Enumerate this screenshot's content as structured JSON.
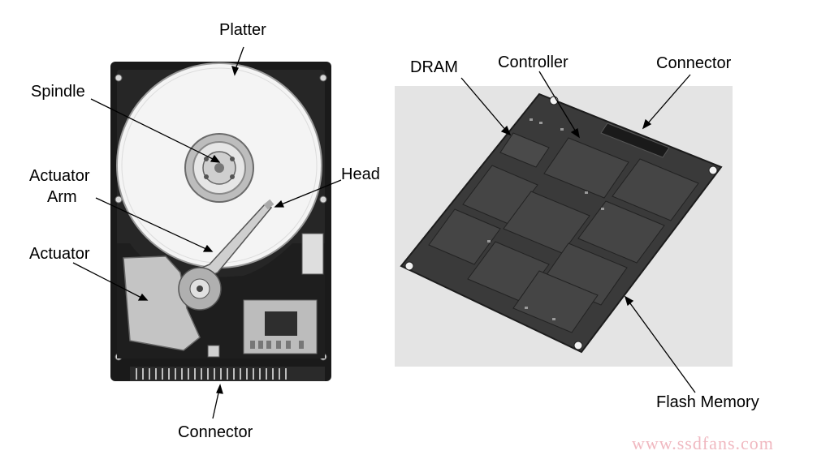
{
  "hdd": {
    "labels": {
      "platter": "Platter",
      "spindle": "Spindle",
      "actuator_arm_line1": "Actuator",
      "actuator_arm_line2": "Arm",
      "head": "Head",
      "actuator": "Actuator",
      "connector": "Connector"
    }
  },
  "ssd": {
    "labels": {
      "dram": "DRAM",
      "controller": "Controller",
      "connector": "Connector",
      "flash_memory": "Flash Memory"
    }
  },
  "watermark": "www.ssdfans.com",
  "colors": {
    "text": "#000000",
    "hdd_case": "#1a1a1a",
    "platter": "#f4f4f4",
    "ssd_background": "#e4e4e4",
    "pcb": "#3a3a3a",
    "chip": "#454545",
    "watermark": "#f0b8c0"
  }
}
